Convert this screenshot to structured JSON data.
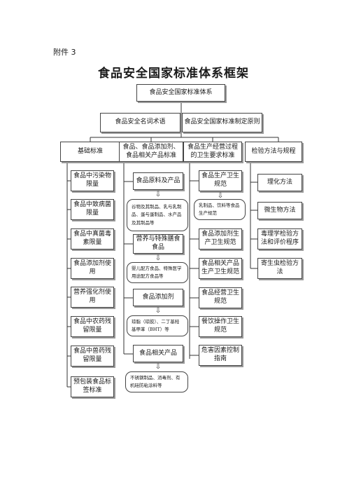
{
  "attachment_label": "附件 3",
  "title": "食品安全国家标准体系框架",
  "root": "食品安全国家标准体系",
  "level2": {
    "left": "食品安全名词术语",
    "right": "食品安全国家标准制定原则"
  },
  "categories": {
    "basic": "基础标准",
    "food_products": "食品、食品添加剂、食品相关产品标准",
    "hygiene": "食品生产经营过程的卫生要求标准",
    "methods": "检验方法与规程"
  },
  "basic_items": [
    "食品中污染物限量",
    "食品中致病菌限量",
    "食品中真菌毒素限量",
    "食品添加剂使用",
    "营养强化剂使用",
    "食品中农药残留限量",
    "食品中兽药残留限量",
    "预包装食品标签标准"
  ],
  "food_items": [
    {
      "label": "食品原料及产品",
      "note": "谷物及其制品、乳与乳制品、蛋与蛋制品、水产品及其制品等"
    },
    {
      "label": "营养与特殊膳食食品",
      "note": "婴儿配方食品、特殊医学用途配方食品等"
    },
    {
      "label": "食品添加剂",
      "note": "琼脂（琼胶）、二丁基羟基甲苯（BHT）等"
    },
    {
      "label": "食品相关产品",
      "note": "不锈钢制品、消毒剂、有机硅防粘涂料等"
    }
  ],
  "hygiene_items": [
    {
      "label": "食品生产卫生规范",
      "note": "乳制品、饮料等食品生产规范"
    },
    {
      "label": "食品添加剂生产卫生规范"
    },
    {
      "label": "食品相关产品生产卫生规范"
    },
    {
      "label": "食品经营卫生规范"
    },
    {
      "label": "餐饮操作卫生规范"
    },
    {
      "label": "危害因素控制指南"
    }
  ],
  "method_items": [
    "理化方法",
    "微生物方法",
    "毒理学检验方法和评价程序",
    "寄生虫检验方法"
  ]
}
